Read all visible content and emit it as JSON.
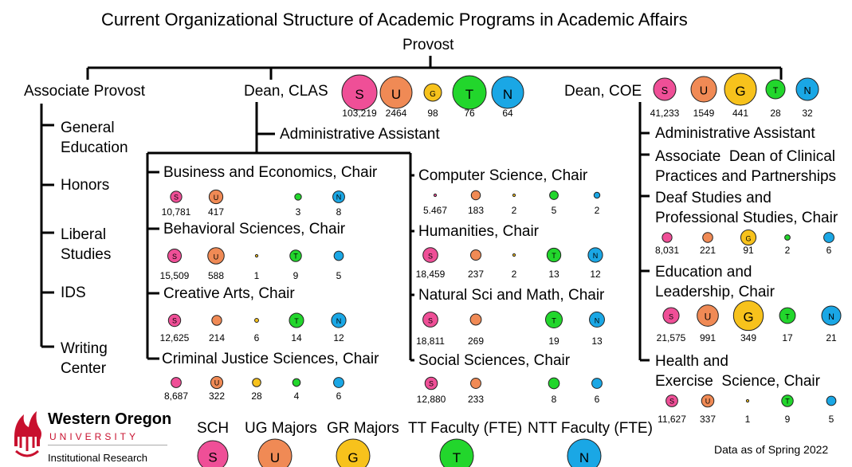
{
  "title": "Current Organizational Structure of Academic Programs in Academic Affairs",
  "colors": {
    "S": "#ef4f97",
    "U": "#f08a55",
    "G": "#f7c21c",
    "T": "#22d62c",
    "N": "#1aa7e5",
    "lines": "#000000",
    "logo_red": "#c8102e"
  },
  "nodes": {
    "provost": "Provost",
    "associate_provost": "Associate  Provost",
    "general_education": "General\nEducation",
    "honors": "Honors",
    "liberal_studies": "Liberal\nStudies",
    "ids": "IDS",
    "writing_center": "Writing\nCenter",
    "dean_clas": "Dean, CLAS",
    "clas_admin_assistant": "Administrative Assistant",
    "business_economics": "Business and Economics, Chair",
    "behavioral_sciences": "Behavioral Sciences, Chair",
    "creative_arts": "Creative Arts, Chair",
    "criminal_justice": "Criminal Justice Sciences, Chair",
    "computer_science": "Computer Science, Chair",
    "humanities": "Humanities, Chair",
    "natural_sci_math": "Natural Sci and Math, Chair",
    "social_sciences": "Social Sciences, Chair",
    "dean_coe": "Dean, COE",
    "coe_admin_assistant": "Administrative Assistant",
    "assoc_dean_clinical": "Associate  Dean of Clinical\nPractices and Partnerships",
    "deaf_studies": "Deaf Studies and\nProfessional Studies, Chair",
    "education_leadership": "Education and\nLeadership, Chair",
    "health_exercise": "Health and\nExercise  Science, Chair"
  },
  "metrics": {
    "dean_clas": {
      "S": "103,219",
      "U": "2464",
      "G": "98",
      "T": "76",
      "N": "64"
    },
    "dean_coe": {
      "S": "41,233",
      "U": "1549",
      "G": "441",
      "T": "28",
      "N": "32"
    },
    "business_economics": {
      "S": "10,781",
      "U": "417",
      "T": "3",
      "N": "8"
    },
    "behavioral_sciences": {
      "S": "15,509",
      "U": "588",
      "G": "1",
      "T": "9",
      "N": "5"
    },
    "creative_arts": {
      "S": "12,625",
      "U": "214",
      "G": "6",
      "T": "14",
      "N": "12"
    },
    "criminal_justice": {
      "S": "8,687",
      "U": "322",
      "G": "28",
      "T": "4",
      "N": "6"
    },
    "computer_science": {
      "S": "5.467",
      "U": "183",
      "G": "2",
      "T": "5",
      "N": "2"
    },
    "humanities": {
      "S": "18,459",
      "U": "237",
      "G": "2",
      "T": "13",
      "N": "12"
    },
    "natural_sci_math": {
      "S": "18,811",
      "U": "269",
      "T": "19",
      "N": "13"
    },
    "social_sciences": {
      "S": "12,880",
      "U": "233",
      "T": "8",
      "N": "6"
    },
    "deaf_studies": {
      "S": "8,031",
      "U": "221",
      "G": "91",
      "T": "2",
      "N": "6"
    },
    "education_leadership": {
      "S": "21,575",
      "U": "991",
      "G": "349",
      "T": "17",
      "N": "21"
    },
    "health_exercise": {
      "S": "11,627",
      "U": "337",
      "G": "1",
      "T": "9",
      "N": "5"
    }
  },
  "legend": [
    {
      "key": "S",
      "label": "SCH"
    },
    {
      "key": "U",
      "label": "UG Majors"
    },
    {
      "key": "G",
      "label": "GR Majors"
    },
    {
      "key": "T",
      "label": "TT Faculty (FTE)"
    },
    {
      "key": "N",
      "label": "NTT Faculty (FTE)"
    }
  ],
  "footer": {
    "data_as_of": "Data as of Spring 2022"
  },
  "logo": {
    "name": "Western Oregon",
    "university": "UNIVERSITY",
    "department": "Institutional Research"
  }
}
